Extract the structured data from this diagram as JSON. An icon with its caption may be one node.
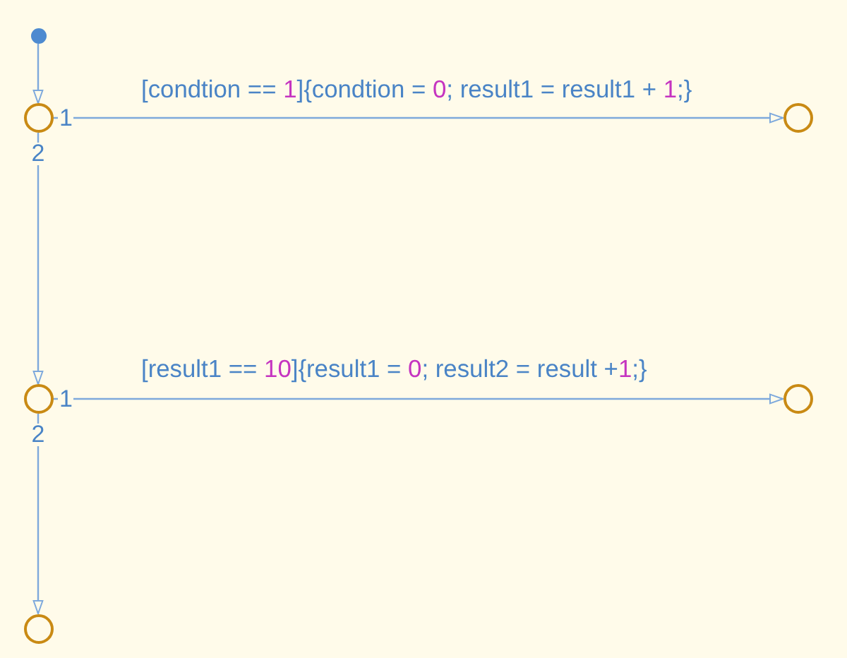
{
  "diagram": {
    "nodes": [
      {
        "text": [],
        "shape": "dot"
      },
      {
        "text": [],
        "shape": "circle",
        "beside": [
          "1",
          "2"
        ]
      },
      {
        "text": [],
        "shape": "circle"
      },
      {
        "text": [],
        "shape": "circle",
        "beside": [
          "1",
          "2"
        ]
      },
      {
        "text": [],
        "shape": "circle"
      },
      {
        "text": [],
        "shape": "circle"
      }
    ],
    "edges": [
      {
        "from": 0,
        "to": 1,
        "arrow": "to"
      },
      {
        "from": 1,
        "to": 2,
        "arrow": "to",
        "label": "[condtion == 1]{condtion = 0; result1 = result1 + 1;}"
      },
      {
        "from": 1,
        "to": 3,
        "arrow": "to"
      },
      {
        "from": 3,
        "to": 4,
        "arrow": "to",
        "label": "[result1 == 10]{result1 = 0; result2 = result +1;}"
      },
      {
        "from": 3,
        "to": 5,
        "arrow": "to"
      }
    ]
  }
}
